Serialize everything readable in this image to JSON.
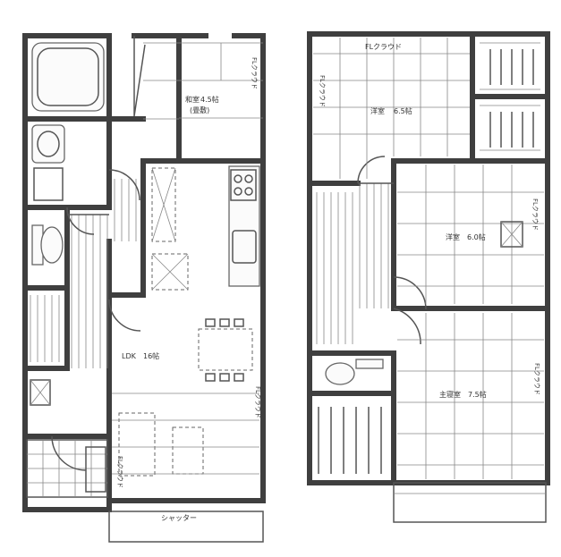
{
  "floor1": {
    "washitsu": {
      "name": "和室",
      "size": "4.5帖",
      "note": "(畳敷)"
    },
    "ldk": {
      "name": "LDK",
      "size": "16帖"
    },
    "fl1": "FLクラウド",
    "fl2": "FLクラウド",
    "fl3": "FLクラウド",
    "bottom_label": "シャッター"
  },
  "floor2": {
    "top_closet": "FLクラウド",
    "youshitsu_a": {
      "name": "洋室",
      "size": "6.5帖"
    },
    "youshitsu_b": {
      "name": "洋室",
      "size": "6.0帖"
    },
    "master": {
      "name": "主寝室",
      "size": "7.5帖"
    },
    "fl_left": "FLクラウド",
    "fl_mid": "FLクラウド",
    "fl_right": "FLクラウド"
  },
  "colors": {
    "wall": "#3f3f3f",
    "line": "#555555",
    "background": "#ffffff"
  }
}
